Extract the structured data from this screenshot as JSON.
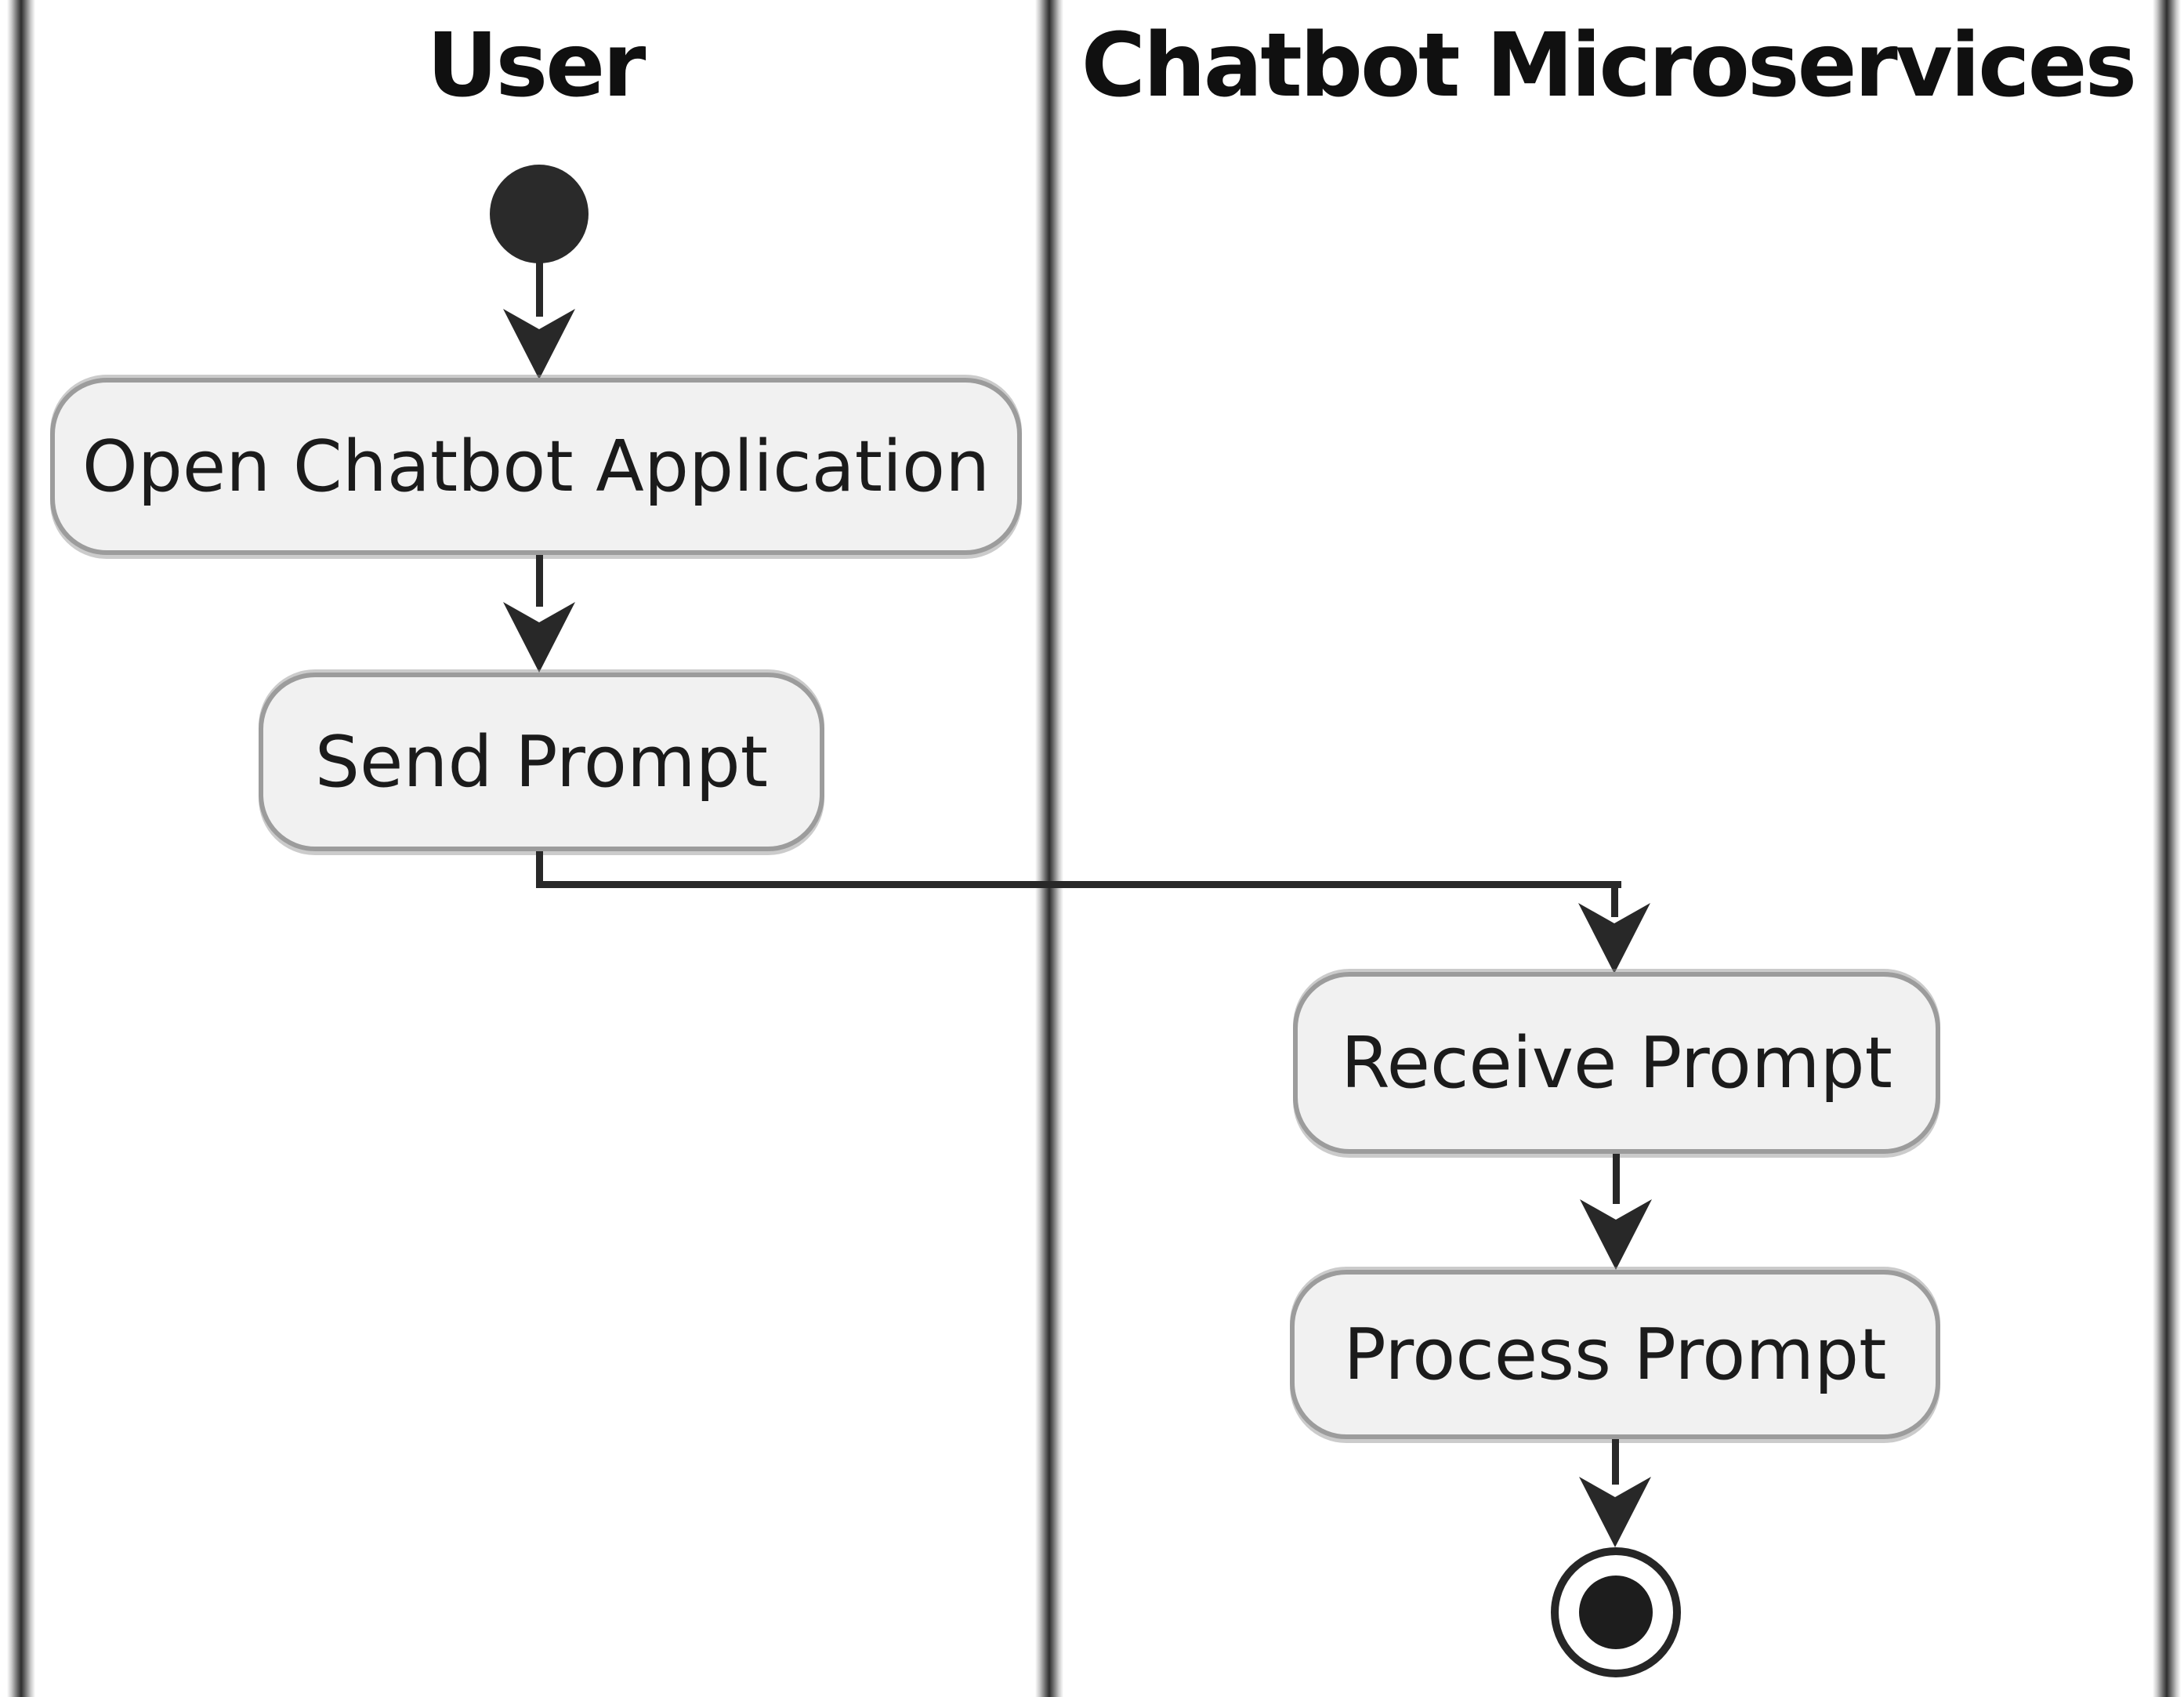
{
  "diagram": {
    "kind": "uml-activity-swimlane",
    "lanes": [
      {
        "title": "User"
      },
      {
        "title": "Chatbot Microservices"
      }
    ],
    "nodes": [
      {
        "id": "start",
        "kind": "initial-node",
        "lane": "User",
        "label": ""
      },
      {
        "id": "open-app",
        "kind": "action",
        "lane": "User",
        "label": "Open Chatbot Application"
      },
      {
        "id": "send-prompt",
        "kind": "action",
        "lane": "User",
        "label": "Send Prompt"
      },
      {
        "id": "receive-prompt",
        "kind": "action",
        "lane": "Chatbot Microservices",
        "label": "Receive Prompt"
      },
      {
        "id": "process-prompt",
        "kind": "action",
        "lane": "Chatbot Microservices",
        "label": "Process Prompt"
      },
      {
        "id": "end",
        "kind": "final-node",
        "lane": "Chatbot Microservices",
        "label": ""
      }
    ],
    "edges": [
      {
        "from": "start",
        "to": "open-app"
      },
      {
        "from": "open-app",
        "to": "send-prompt"
      },
      {
        "from": "send-prompt",
        "to": "receive-prompt"
      },
      {
        "from": "receive-prompt",
        "to": "process-prompt"
      },
      {
        "from": "process-prompt",
        "to": "end"
      }
    ],
    "colors": {
      "node_fill": "#f1f1f1",
      "node_border": "#9c9c9c",
      "line": "#282828",
      "lane_line": "#2e2e2e",
      "text": "#1b1b1b",
      "background": "#ffffff"
    }
  }
}
